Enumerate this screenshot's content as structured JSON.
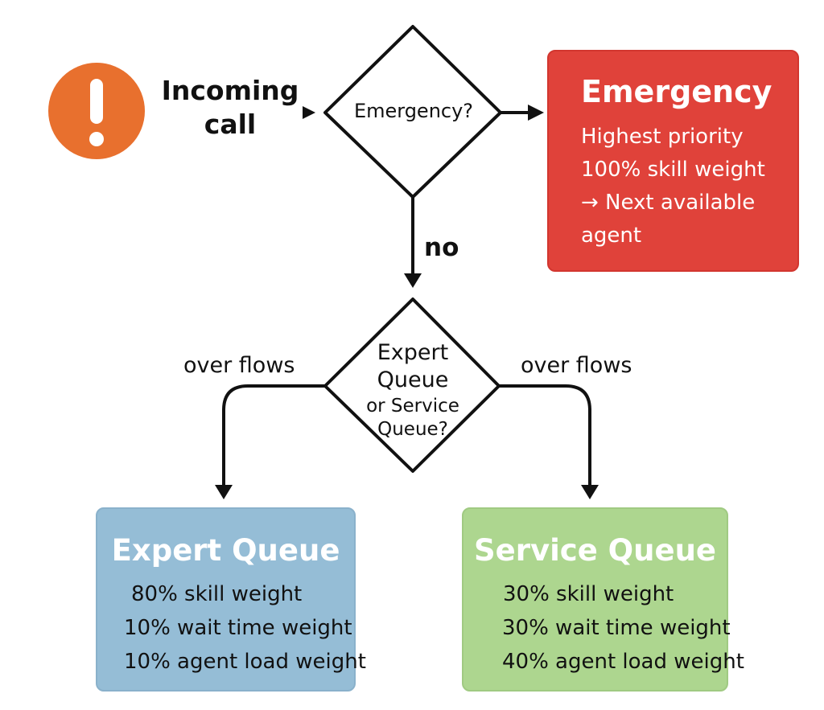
{
  "start": {
    "icon": "exclamation-icon",
    "label_line1": "Incoming",
    "label_line2": "call"
  },
  "decision_emergency": {
    "label": "Emergency?"
  },
  "emergency_box": {
    "title": "Emergency",
    "lines": [
      "Highest priority",
      "100% skill weight",
      "→ Next available",
      "agent"
    ],
    "color": "#e0423a"
  },
  "edge_no": {
    "label": "no"
  },
  "decision_queue": {
    "line1": "Expert",
    "line2": "Queue",
    "line3": "or Service",
    "line4": "Queue?"
  },
  "overflow_left": {
    "label": "over flows"
  },
  "overflow_right": {
    "label": "over flows"
  },
  "expert_queue": {
    "title": "Expert Queue",
    "lines": [
      "80% skill weight",
      "10% wait time weight",
      "10% agent load weight"
    ],
    "color": "#95bdd6"
  },
  "service_queue": {
    "title": "Service Queue",
    "lines": [
      "30% skill weight",
      "30% wait time weight",
      "40% agent load weight"
    ],
    "color": "#add68f"
  },
  "colors": {
    "start_icon": "#e8702e",
    "stroke": "#111111"
  }
}
